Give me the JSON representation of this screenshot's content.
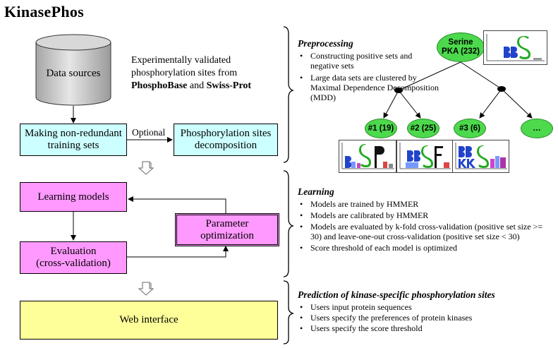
{
  "title": "KinasePhos",
  "flow": {
    "data_sources": "Data sources",
    "validated_text": {
      "line1": "Experimentally validated",
      "line2": "phosphorylation sites from",
      "bold1": "PhosphoBase",
      "and": " and ",
      "bold2": "Swiss-Prot"
    },
    "training_sets": "Making non-redundant training sets",
    "optional": "Optional",
    "decomposition": "Phosphorylation sites decomposition",
    "learning_models": "Learning models",
    "parameter_optimization": "Parameter optimization",
    "evaluation_line1": "Evaluation",
    "evaluation_line2": "(cross-validation)",
    "web_interface": "Web interface"
  },
  "preprocessing": {
    "heading": "Preprocessing",
    "items": [
      "Constructing positive sets and negative sets",
      "Large data sets are clustered by Maximal Dependence Decomposition (MDD)"
    ]
  },
  "tree": {
    "root_line1": "Serine",
    "root_line2": "PKA (232)",
    "leaves": [
      "#1 (19)",
      "#2 (25)",
      "#3 (6)",
      "…"
    ]
  },
  "learning": {
    "heading": "Learning",
    "items": [
      "Models are trained by HMMER",
      "Models are calibrated by HMMER",
      "Models are evaluated by k-fold cross-validation (positive set size >= 30) and leave-one-out cross-validation (positive set size < 30)",
      "Score threshold of each model is optimized"
    ]
  },
  "prediction": {
    "heading": "Prediction of kinase-specific phosphorylation sites",
    "items": [
      "Users input protein sequences",
      "Users specify the preferences of protein kinases",
      "Users specify the score threshold"
    ]
  },
  "colors": {
    "training_box": "#ccffff",
    "learning_box": "#ff99ff",
    "web_box": "#ffff99",
    "tree_node": "#4cd94c"
  }
}
